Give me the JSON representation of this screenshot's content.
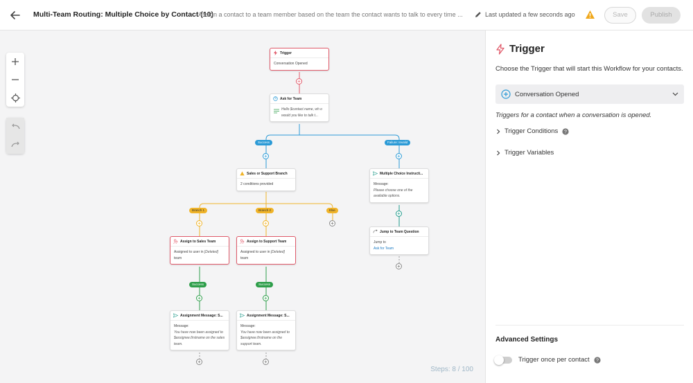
{
  "header": {
    "title": "Multi-Team Routing: Multiple Choice by Contact (10)",
    "description": "Assign a contact to a team member based on the team the contact wants to talk to every time ...",
    "last_updated": "Last updated a few seconds ago",
    "save_label": "Save",
    "publish_label": "Publish",
    "icons": {
      "back": "arrow-left-icon",
      "edit": "pencil-icon",
      "warning": "warning-triangle-icon"
    }
  },
  "canvas": {
    "controls": {
      "zoom_in": "plus-icon",
      "zoom_out": "minus-icon",
      "center": "crosshair-icon",
      "undo": "undo-icon",
      "redo": "redo-icon"
    },
    "steps_label": "Steps:",
    "steps_value": "8 / 100"
  },
  "nodes": {
    "trigger": {
      "title": "Trigger",
      "body": "Conversation Opened"
    },
    "ask": {
      "title": "Ask for Team",
      "body": "Hello $contact.name, wh o would you like to talk t..."
    },
    "branch": {
      "title": "Sales or Support Branch",
      "body": "2 conditions provided"
    },
    "mc": {
      "title": "Multiple Choice Instructi...",
      "label": "Message:",
      "body": "Please choose one of the available options."
    },
    "jump": {
      "title": "Jump to Team Question",
      "label": "Jump to",
      "link": "Ask for Team"
    },
    "assign_sales": {
      "title": "Assign to Sales Team",
      "pre": "Assigned to user in",
      "deleted": "[Deleted]",
      "post": "team"
    },
    "assign_support": {
      "title": "Assign to Support Team",
      "pre": "Assigned to user in",
      "deleted": "[Deleted]",
      "post": "team"
    },
    "msg_sales": {
      "title": "Assignment Message: S...",
      "label": "Message:",
      "body": "You have now been assigned to $assignee.firstname on the sales team."
    },
    "msg_support": {
      "title": "Assignment Message: S...",
      "label": "Message:",
      "body": "You have now been assigned to $assignee.firstname on the support team."
    }
  },
  "pills": {
    "success1": "Success",
    "failure": "Failure: Invalid",
    "branch1": "Branch 1",
    "branch2": "Branch 2",
    "else": "Else",
    "success2": "Success",
    "success3": "Success"
  },
  "panel": {
    "title": "Trigger",
    "description": "Choose the Trigger that will start this Workflow for your contacts.",
    "trigger_value": "Conversation Opened",
    "hint": "Triggers for a contact when a conversation is opened.",
    "conditions_label": "Trigger Conditions",
    "variables_label": "Trigger Variables",
    "advanced_label": "Advanced Settings",
    "toggle_label": "Trigger once per contact",
    "toggle_on": false
  },
  "colors": {
    "trigger_red": "#e05a6a",
    "blue": "#2b9ad6",
    "orange": "#f0b429",
    "green": "#2e9e4a",
    "link": "#1b7ac2"
  }
}
